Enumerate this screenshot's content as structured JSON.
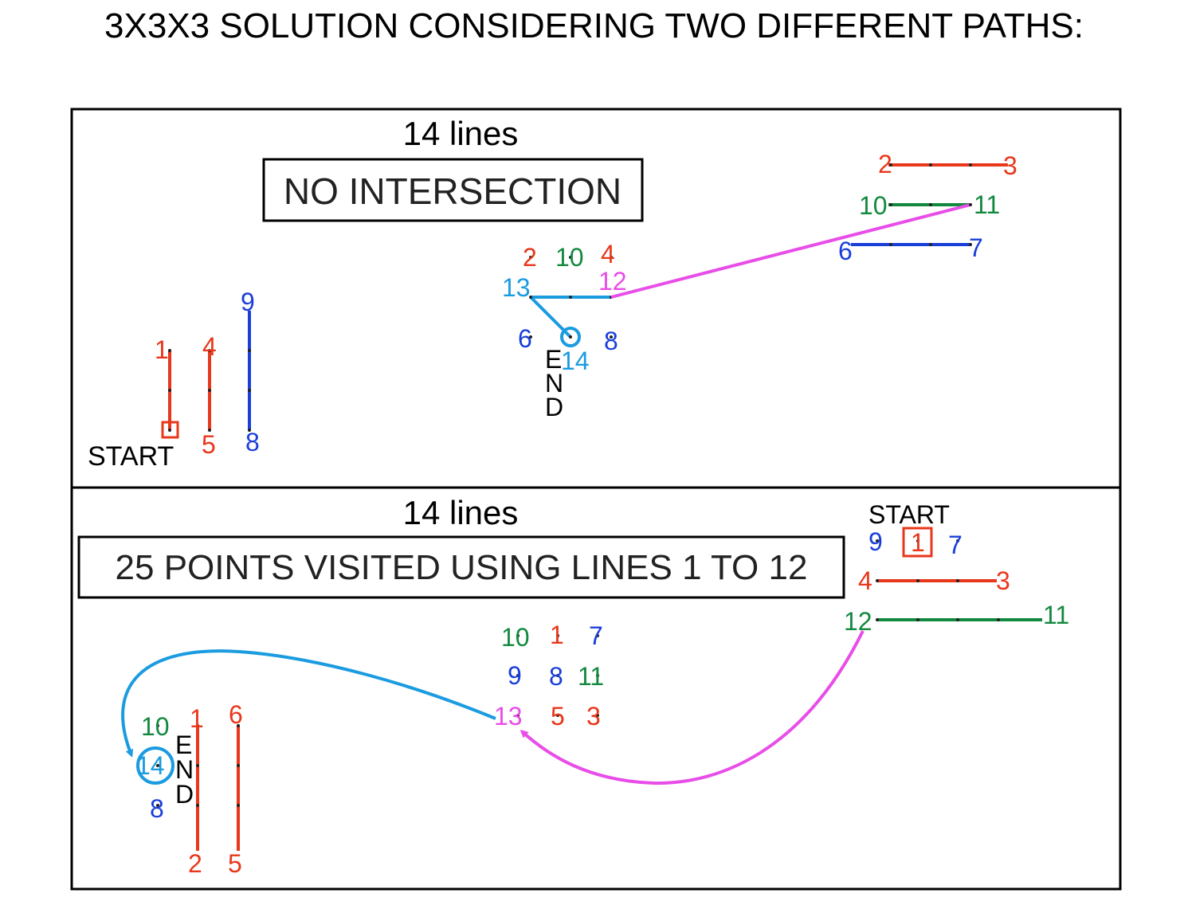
{
  "title": "3X3X3 SOLUTION CONSIDERING TWO DIFFERENT PATHS:",
  "colors": {
    "red": "#e8371b",
    "green": "#13893e",
    "blue": "#1a3fd9",
    "cyan": "#1b9be0",
    "magenta": "#e84de8",
    "black": "#000000"
  },
  "panel_top": {
    "lines_label": "14 lines",
    "box_label": "NO INTERSECTION",
    "start_label": "START",
    "end_letters": [
      "E",
      "N",
      "D"
    ],
    "numbers": {
      "n1": "1",
      "n4": "4",
      "n9": "9",
      "n5": "5",
      "n8": "8",
      "m2": "2",
      "m10": "10",
      "m4": "4",
      "m13": "13",
      "m12": "12",
      "m6": "6",
      "m14": "14",
      "m8": "8",
      "r2": "2",
      "r3": "3",
      "r10": "10",
      "r11": "11",
      "r6": "6",
      "r7": "7"
    }
  },
  "panel_bottom": {
    "lines_label": "14 lines",
    "box_label": "25 POINTS VISITED USING LINES 1 TO 12",
    "start_label": "START",
    "end_letters": [
      "E",
      "N",
      "D"
    ],
    "numbers": {
      "r9": "9",
      "r1": "1",
      "r7": "7",
      "r4": "4",
      "r3": "3",
      "r12": "12",
      "r11": "11",
      "m10": "10",
      "m1": "1",
      "m7": "7",
      "m9": "9",
      "m8": "8",
      "m11": "11",
      "m13": "13",
      "m5": "5",
      "m3": "3",
      "l10": "10",
      "l1": "1",
      "l6": "6",
      "l14": "14",
      "l8": "8",
      "l2": "2",
      "l5": "5"
    }
  }
}
